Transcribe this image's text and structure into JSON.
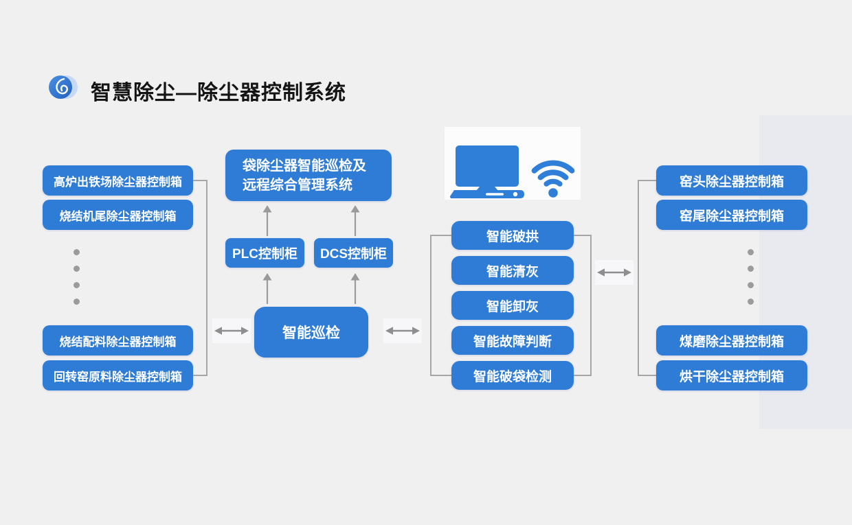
{
  "header": {
    "title": "智慧除尘—除尘器控制系统",
    "logo_icon": "swirl-logo"
  },
  "left_column": [
    "高炉出铁场除尘器控制箱",
    "烧结机尾除尘器控制箱",
    "烧结配料除尘器控制箱",
    "回转窑原料除尘器控制箱"
  ],
  "center": {
    "management_system": {
      "line1": "袋除尘器智能巡检及",
      "line2": "远程综合管理系统"
    },
    "plc": "PLC控制柜",
    "dcs": "DCS控制柜",
    "inspection": "智能巡检"
  },
  "functions_column": [
    "智能破拱",
    "智能清灰",
    "智能卸灰",
    "智能故障判断",
    "智能破袋检测"
  ],
  "right_column": [
    "窑头除尘器控制箱",
    "窑尾除尘器控制箱",
    "煤磨除尘器控制箱",
    "烘干除尘器控制箱"
  ],
  "icons": {
    "logo": "swirl-logo-icon",
    "computer": "desktop-computer-icon",
    "wifi": "wifi-icon",
    "horizontal_double_arrow": "double-arrow-icon",
    "vertical_up_arrow": "up-arrow-icon",
    "ellipsis": "ellipsis-dots"
  },
  "colors": {
    "node_blue": "#2e7cd6",
    "icon_blue": "#2f7ed8",
    "connector_gray": "#a5a5a5",
    "arrow_gray": "#8e8e8e",
    "background": "#f1f0f1",
    "side_band": "#e9e9f0",
    "title_text": "#141414"
  }
}
